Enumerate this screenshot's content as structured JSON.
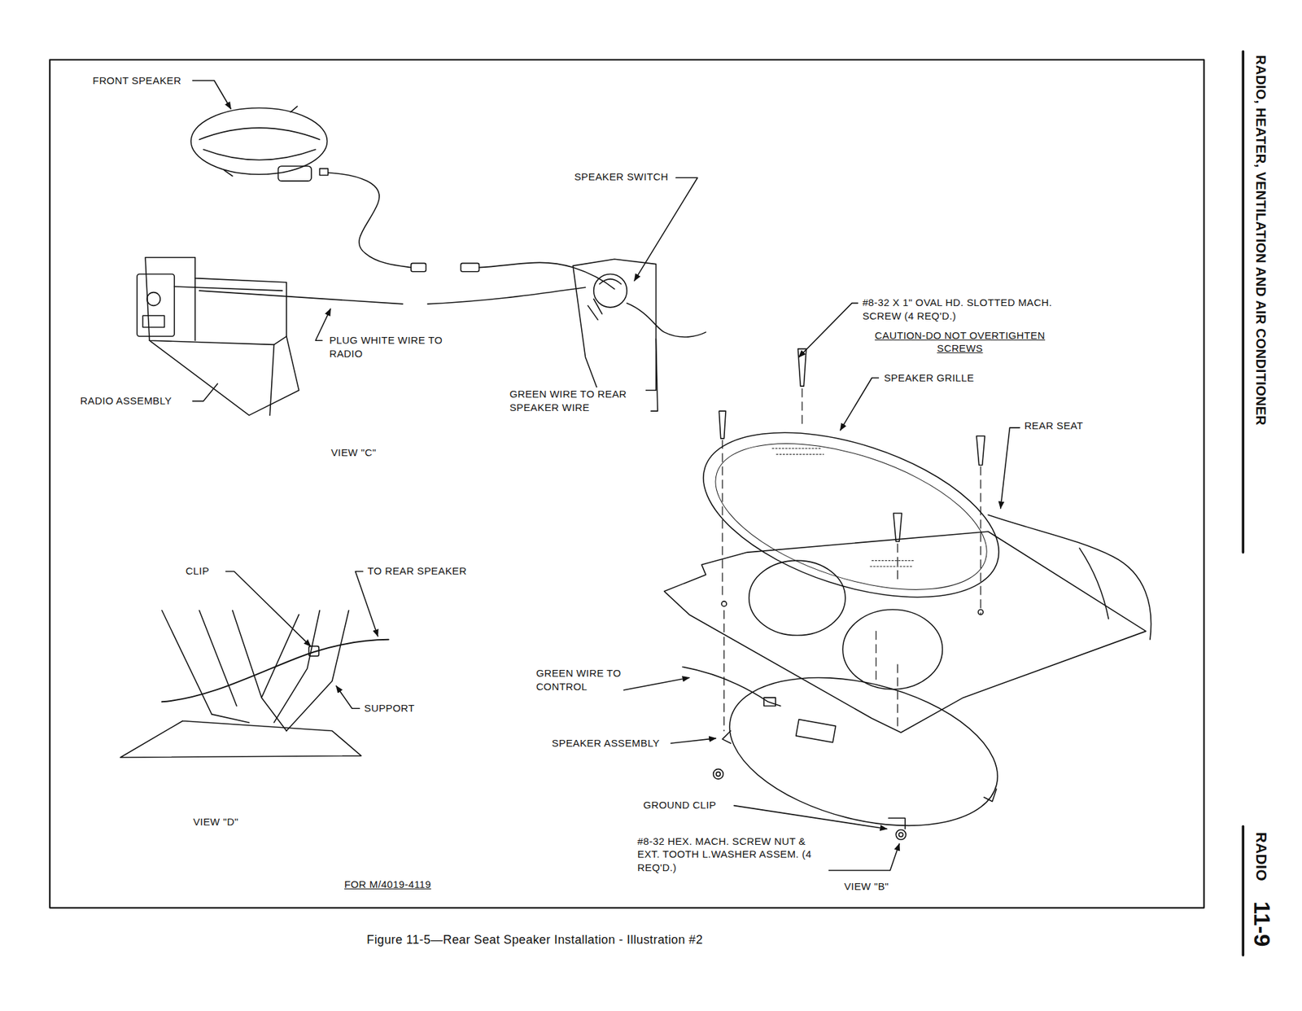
{
  "diagram": {
    "caption": "Figure 11-5—Rear Seat Speaker Installation - Illustration #2",
    "labels": [
      "FRONT SPEAKER",
      "SPEAKER SWITCH",
      "PLUG WHITE WIRE TO RADIO",
      "RADIO ASSEMBLY",
      "GREEN WIRE TO REAR SPEAKER WIRE",
      "#8-32 X 1\" OVAL HD. SLOTTED MACH. SCREW (4 REQ'D.)",
      "CAUTION-DO NOT OVERTIGHTEN SCREWS",
      "SPEAKER GRILLE",
      "REAR SEAT",
      "VIEW \"C\"",
      "CLIP",
      "TO REAR SPEAKER",
      "SUPPORT",
      "GREEN WIRE TO CONTROL",
      "SPEAKER ASSEMBLY",
      "GROUND CLIP",
      "#8-32 HEX. MACH. SCREW NUT & EXT. TOOTH L.WASHER ASSEM. (4 REQ'D.)",
      "VIEW \"D\"",
      "FOR M/4019-4119",
      "VIEW \"B\"",
      "RADIO, HEATER, VENTILATION AND AIR CONDITIONER",
      "RADIO",
      "11-9"
    ]
  }
}
